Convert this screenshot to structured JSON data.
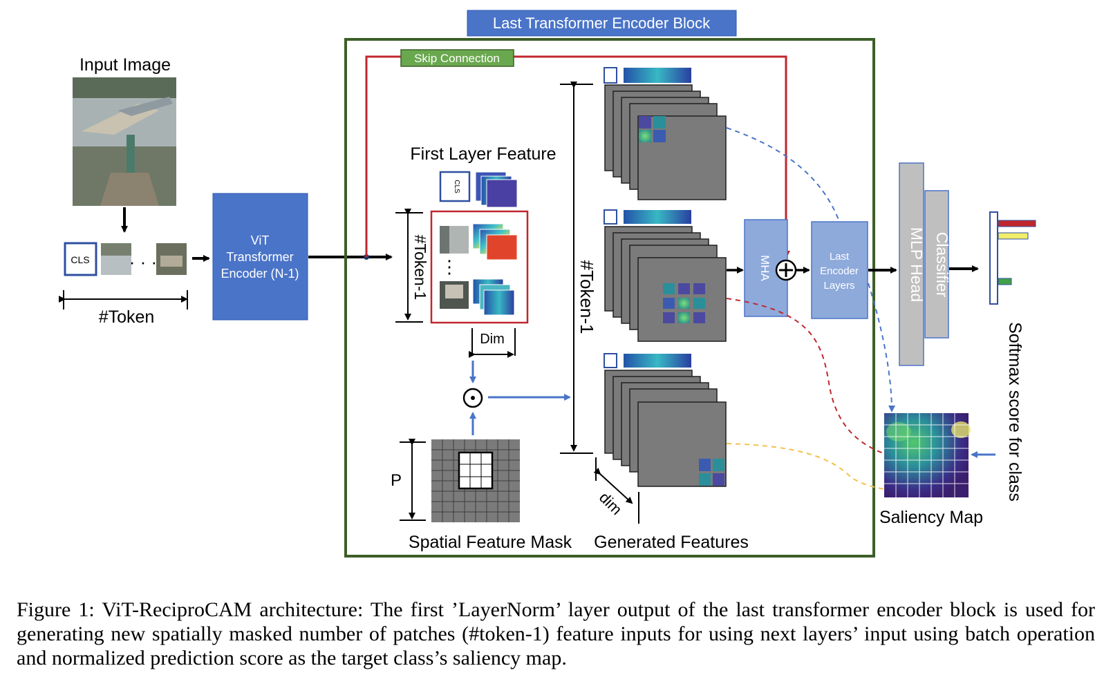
{
  "labels": {
    "input_image": "Input Image",
    "cls": "CLS",
    "dots": "· · ·",
    "token_count": "#Token",
    "vit_encoder": [
      "ViT",
      "Transformer",
      "Encoder (N-1)"
    ],
    "last_block": "Last Transformer Encoder Block",
    "skip_connection": "Skip Connection",
    "first_layer_feature": "First Layer Feature",
    "token_minus_one": "#Token-1",
    "dim_upper": "Dim",
    "dim_lower": "dim",
    "p_label": "P",
    "spatial_mask": "Spatial Feature Mask",
    "generated_features": "Generated Features",
    "mha": "MHA",
    "last_encoder_layers": [
      "Last",
      "Encoder",
      "Layers"
    ],
    "mlp_head": "MLP Head",
    "classifier": "Classifier",
    "softmax": "Softmax score for class",
    "saliency_map": "Saliency Map"
  },
  "caption": "Figure 1: ViT-ReciproCAM architecture: The first ’LayerNorm’ layer output of the last transformer encoder block is used for generating new spatially masked number of patches (#token-1) feature inputs for using next layers’ input using batch operation and normalized prediction score as the target class’s saliency map.",
  "colors": {
    "blue_box": "#4a74c8",
    "light_blue_box": "#8eaadb",
    "green_border": "#3d5e28",
    "green_label": "#6aa84f",
    "red": "#c0262d",
    "gray_feature": "#7b7b7b",
    "gray_head": "#bfbfbf"
  }
}
